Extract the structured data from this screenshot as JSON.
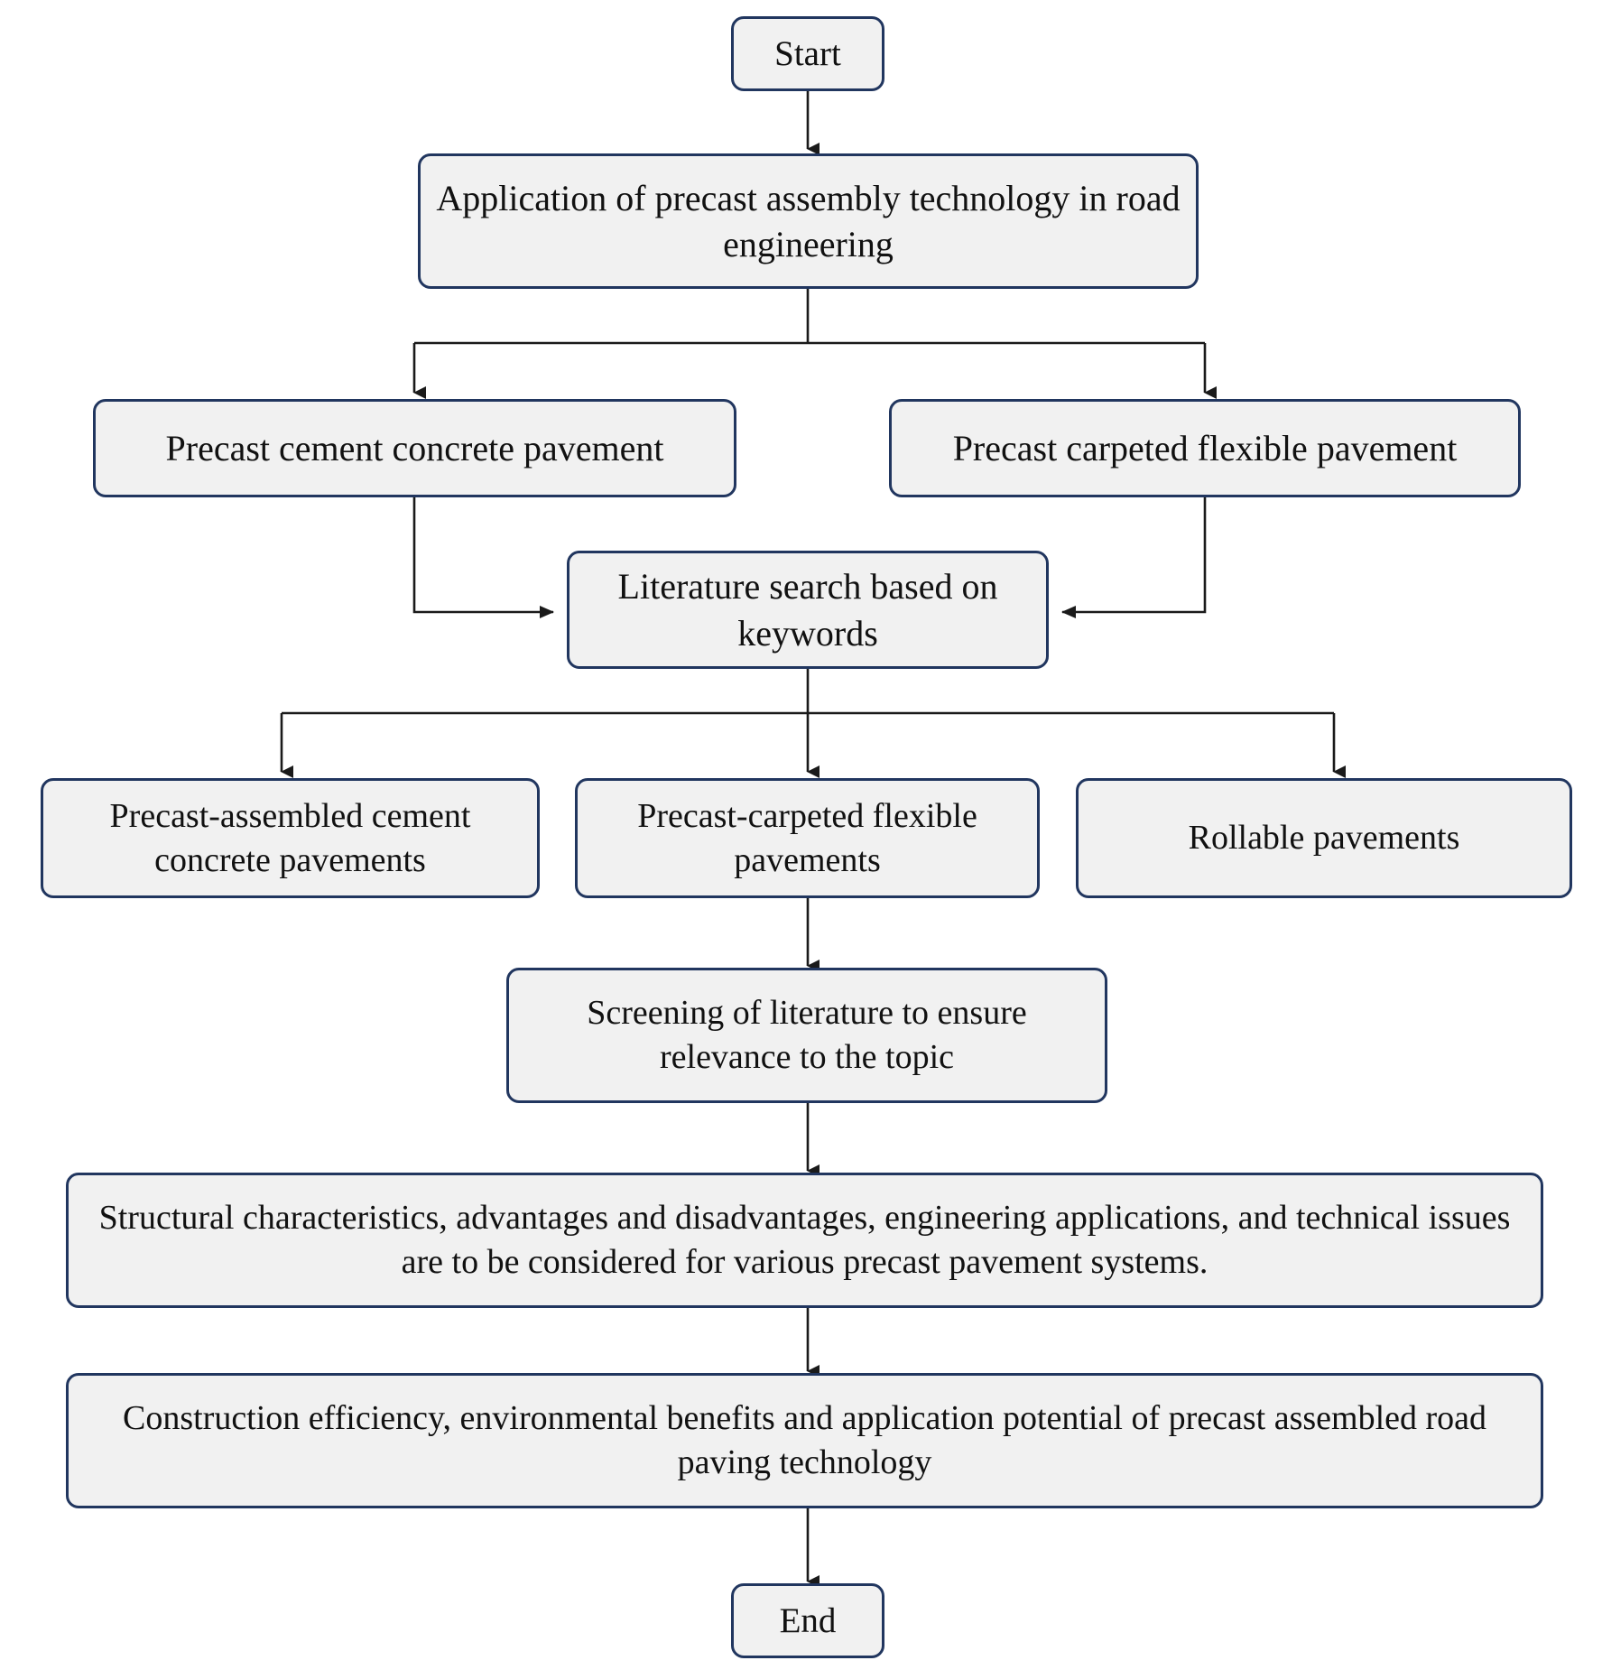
{
  "diagram": {
    "type": "flowchart",
    "title_text": "",
    "orientation": "top-to-bottom",
    "style": {
      "node_fill": "#F1F1F1",
      "node_border": "#21365F",
      "connector_color": "#1A1A1A",
      "text_color": "#111111",
      "node_shape": "rounded-rectangle"
    },
    "nodes": [
      {
        "id": "start",
        "label": "Start"
      },
      {
        "id": "app",
        "label": "Application of precast assembly technology in road engineering"
      },
      {
        "id": "pccp",
        "label": "Precast cement concrete pavement"
      },
      {
        "id": "pcfp",
        "label": "Precast carpeted flexible pavement"
      },
      {
        "id": "search",
        "label": "Literature search based on keywords"
      },
      {
        "id": "cat1",
        "label": "Precast-assembled cement concrete pavements"
      },
      {
        "id": "cat2",
        "label": "Precast-carpeted flexible pavements"
      },
      {
        "id": "cat3",
        "label": "Rollable pavements"
      },
      {
        "id": "screen",
        "label": "Screening of literature to ensure relevance to the topic"
      },
      {
        "id": "consider",
        "label": "Structural characteristics, advantages and disadvantages, engineering applications, and technical issues are to be considered for various precast pavement systems."
      },
      {
        "id": "outcome",
        "label": "Construction efficiency, environmental benefits and application potential of precast assembled road paving technology"
      },
      {
        "id": "end",
        "label": "End"
      }
    ],
    "edges": [
      {
        "from": "start",
        "to": "app",
        "arrow": "down"
      },
      {
        "from": "app",
        "to": "pccp",
        "arrow": "down"
      },
      {
        "from": "app",
        "to": "pcfp",
        "arrow": "down"
      },
      {
        "from": "pccp",
        "to": "search",
        "arrow": "right"
      },
      {
        "from": "pcfp",
        "to": "search",
        "arrow": "left"
      },
      {
        "from": "search",
        "to": "cat1",
        "arrow": "down"
      },
      {
        "from": "search",
        "to": "cat2",
        "arrow": "down"
      },
      {
        "from": "search",
        "to": "cat3",
        "arrow": "down"
      },
      {
        "from": "cat2",
        "to": "screen",
        "arrow": "down"
      },
      {
        "from": "screen",
        "to": "consider",
        "arrow": "down"
      },
      {
        "from": "consider",
        "to": "outcome",
        "arrow": "down"
      },
      {
        "from": "outcome",
        "to": "end",
        "arrow": "down"
      }
    ]
  }
}
